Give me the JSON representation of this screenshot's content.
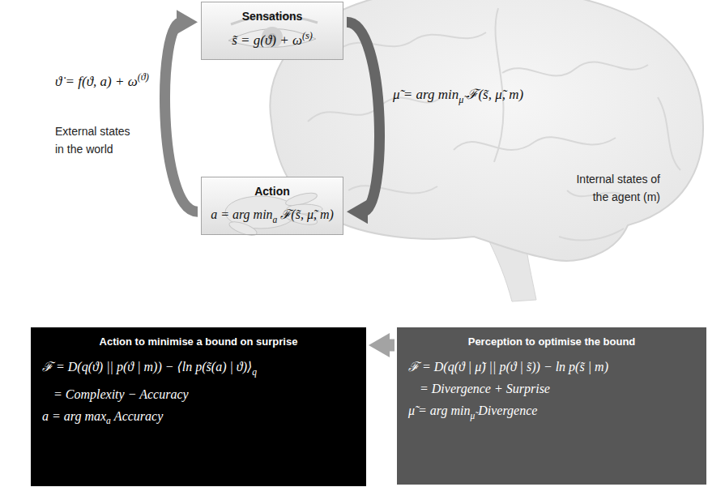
{
  "diagram": {
    "nodes": [
      {
        "text": [
          "Sensations",
          "s̃ = g(ϑ) + ω",
          "(s)"
        ]
      },
      {
        "text": [
          "Action",
          "a = arg min",
          "a",
          "ℱ(s̃, μ̃, m)"
        ]
      },
      {
        "text": [
          "Action to minimise a bound on surprise",
          "ℱ = D(q(ϑ) || p(ϑ | m)) − ⟨ln p(s̃(a) | ϑ)⟩",
          "q",
          "= Complexity − Accuracy",
          "a = arg max",
          "a",
          "Accuracy"
        ]
      },
      {
        "text": [
          "Perception to optimise the bound",
          "ℱ = D(q(ϑ | μ̃) || p(ϑ | s̃)) − ln p(s̃ | m)",
          "= Divergence + Surprise",
          "μ̃ = arg min",
          "μ̃",
          "Divergence"
        ]
      }
    ],
    "edges": [
      {
        "from": 1,
        "to": 0,
        "arrow": "to"
      },
      {
        "from": 0,
        "to": 1,
        "arrow": "to"
      },
      {
        "from": 3,
        "to": 2,
        "arrow": "to"
      }
    ],
    "labels": [
      "ϑ̇ = f(ϑ, a) + ω",
      "(ϑ)",
      "External states in the world",
      "μ̃ = arg min",
      "μ̃",
      "ℱ(s̃, μ̃, m)",
      "Internal states of the agent (m)"
    ]
  }
}
